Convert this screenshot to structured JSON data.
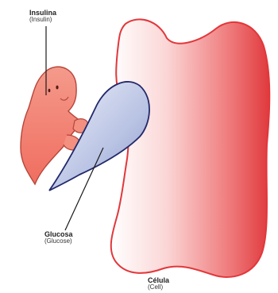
{
  "labels": {
    "insulin": {
      "name": "Insulina",
      "translation": "(Insulin)"
    },
    "glucose": {
      "name": "Glucosa",
      "translation": "(Glucose)"
    },
    "cell": {
      "name": "Célula",
      "translation": "(Cell)"
    }
  },
  "colors": {
    "cell_edge": "#e03a3e",
    "cell_fill_light": "#ffffff",
    "insulin_fill": "#f58b7c",
    "insulin_edge": "#b23a2e",
    "glucose_fill": "#b8c3e2",
    "glucose_edge": "#22296b",
    "leader_line": "#1a1a1a"
  }
}
